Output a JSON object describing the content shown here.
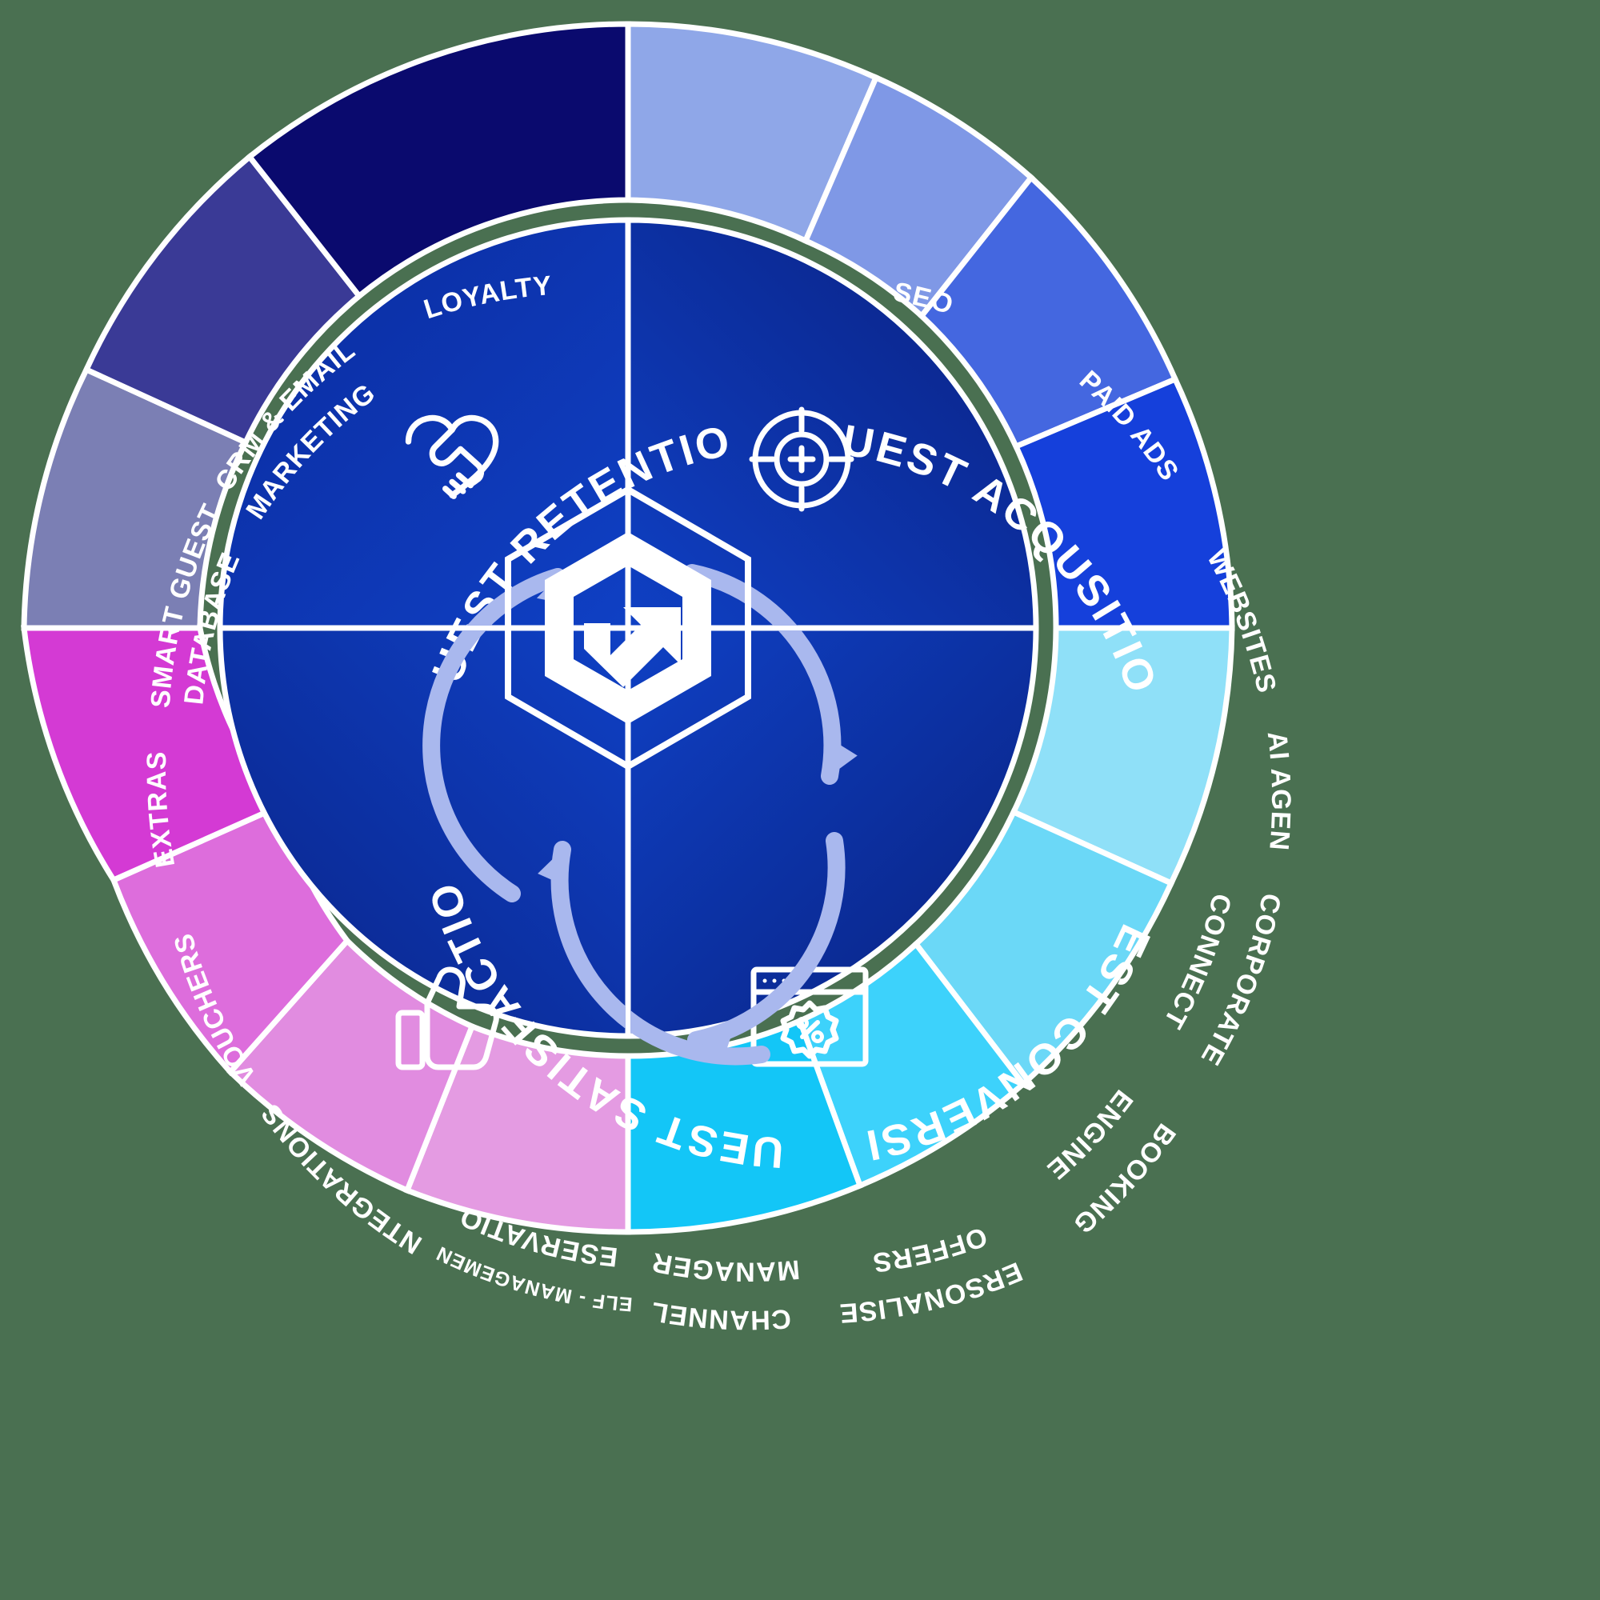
{
  "diagram": {
    "title_present": false,
    "center_logo": "hexagon-arrow-logo",
    "background_color": "#4a7051",
    "divider_color": "#ffffff",
    "quadrants": [
      {
        "id": "guest-acquisition",
        "label": "GUEST ACQUSITION",
        "icon": "target-crosshair-icon",
        "color_start": "#0f3bb5",
        "color_end": "#0a2a8e",
        "position": "top-right",
        "segments": [
          {
            "label": "SEO",
            "sub": "",
            "color": "#8fa7e8"
          },
          {
            "label": "PAID ADS",
            "sub": "",
            "color": "#7f98e6"
          },
          {
            "label": "WEBSITES",
            "sub": "",
            "color": "#4467e0"
          },
          {
            "label": "AI AGENT",
            "sub": "",
            "color": "#1540db"
          }
        ]
      },
      {
        "id": "guest-conversion",
        "label": "GUEST CONVERSION",
        "icon": "discount-window-icon",
        "color_start": "#0d39b3",
        "color_end": "#0a2489",
        "position": "bottom-right",
        "segments": [
          {
            "label": "CORPORATE CONNECT",
            "sub": "",
            "color": "#8fe0f8"
          },
          {
            "label": "BOOKING ENGINE",
            "sub": "",
            "color": "#6bd8f7"
          },
          {
            "label": "PERSONALISED OFFERS",
            "sub": "",
            "color": "#3dd2fb"
          },
          {
            "label": "CHANNEL MANAGER",
            "sub": "",
            "color": "#13c6f7"
          }
        ]
      },
      {
        "id": "guest-satisfaction",
        "label": "GUEST SATISFACTION",
        "icon": "thumbs-up-icon",
        "color_start": "#0d39b3",
        "color_end": "#0b2b96",
        "position": "bottom-left",
        "segments": [
          {
            "label": "RESERVATION",
            "sub": "SELF - MANAGEMENT",
            "color": "#e49be2"
          },
          {
            "label": "INTEGRATIONS",
            "sub": "",
            "color": "#e18ce0"
          },
          {
            "label": "VOUCHERS",
            "sub": "",
            "color": "#dd6ddc"
          },
          {
            "label": "EXTRAS",
            "sub": "",
            "color": "#d githubb"
          }
        ]
      },
      {
        "id": "guest-retention",
        "label": "GUEST RETENTION",
        "icon": "handshake-heart-icon",
        "color_start": "#1344c7",
        "color_end": "#0b2b96",
        "position": "top-left",
        "segments": [
          {
            "label": "SMART GUEST DATABASE",
            "sub": "",
            "color": "#7b7fb4"
          },
          {
            "label": "CRM & EMAIL MARKETING",
            "sub": "",
            "color": "#3a3a96"
          },
          {
            "label": "LOYALTY",
            "sub": "",
            "color": "#0a0a6e"
          }
        ]
      }
    ],
    "flow_arrows": [
      {
        "name": "arrow-satisfaction-to-retention",
        "direction": "counterclockwise-up-left"
      },
      {
        "name": "arrow-retention-to-acquisition",
        "direction": "clockwise-top-left"
      },
      {
        "name": "arrow-acquisition-to-conversion",
        "direction": "clockwise-top-right"
      },
      {
        "name": "arrow-conversion-to-satisfaction",
        "direction": "clockwise-bottom-right"
      }
    ]
  }
}
